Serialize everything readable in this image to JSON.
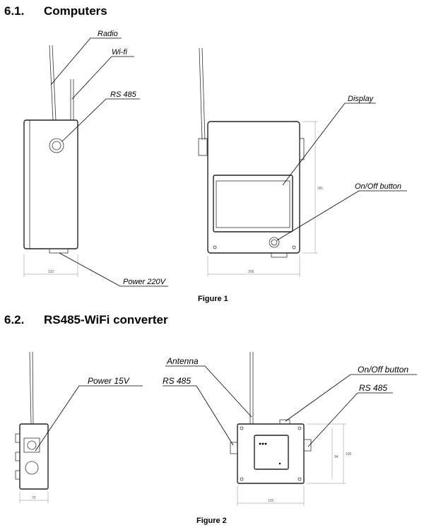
{
  "section1": {
    "number": "6.1.",
    "title": "Computers"
  },
  "figure1": {
    "caption": "Figure 1",
    "labels": {
      "radio": "Radio",
      "wifi": "Wi-fi",
      "rs485": "RS 485",
      "power": "Power 220V",
      "display": "Display",
      "onoff": "On/Off button"
    },
    "dims": {
      "left_width": "132",
      "right_width": "209",
      "right_height": "281"
    }
  },
  "section2": {
    "number": "6.2.",
    "title": "RS485-WiFi converter"
  },
  "figure2": {
    "caption": "Figure 2",
    "labels": {
      "power": "Power 15V",
      "antenna": "Antenna",
      "rs485_left": "RS 485",
      "onoff": "On/Off button",
      "rs485_right": "RS 485"
    },
    "dims": {
      "left_width": "70",
      "right_width": "120",
      "height_outer": "100",
      "height_inner": "94"
    }
  }
}
